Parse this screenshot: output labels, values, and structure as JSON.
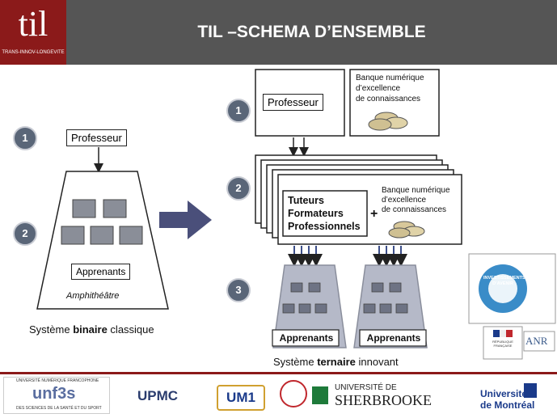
{
  "header": {
    "logo_mark": "til",
    "logo_tag": "TRANS-INNOV-LONGEVITE",
    "title": "TIL –SCHEMA D’ENSEMBLE"
  },
  "left": {
    "step1": "1",
    "step2": "2",
    "professeur": "Professeur",
    "apprenants": "Apprenants",
    "amphi": "Amphithéâtre",
    "caption_pre": "Système ",
    "caption_bold": "binaire",
    "caption_post": " classique"
  },
  "right": {
    "step1": "1",
    "step2": "2",
    "step3": "3",
    "professeur": "Professeur",
    "banque_top": [
      "Banque numérique",
      "d’excellence",
      "de connaissances"
    ],
    "tuteurs": [
      "Tuteurs",
      "Formateurs",
      "Professionnels"
    ],
    "plus": "+",
    "banque_mid": [
      "Banque numérique",
      "d’excellence",
      "de connaissances"
    ],
    "apprenants_a": "Apprenants",
    "apprenants_b": "Apprenants",
    "caption_pre": "Système ",
    "caption_bold": "ternaire",
    "caption_post": " innovant"
  },
  "badges": {
    "invest": [
      "INVESTISSEMENTS",
      "D’AVENIR"
    ],
    "anr": "ANR",
    "rf": "RÉPUBLIQUE FRANÇAISE"
  },
  "footer": {
    "unf3s_title": "UNIVERSITÉ NUMÉRIQUE FRANCOPHONE",
    "unf3s_sub": "DES SCIENCES DE LA SANTÉ ET DU SPORT",
    "unf3s_logo": "unf3s",
    "upmc": "UPMC",
    "um1": "UM1",
    "sherbrooke_top": "UNIVERSITÉ DE",
    "sherbrooke": "SHERBROOKE",
    "montreal_top": "Université",
    "montreal": "de Montréal"
  },
  "colors": {
    "header": "#555555",
    "logo": "#8b1a1a",
    "circle": "#5a6678",
    "trap": "#b5b9c8",
    "arrow": "#4a4f7a"
  }
}
